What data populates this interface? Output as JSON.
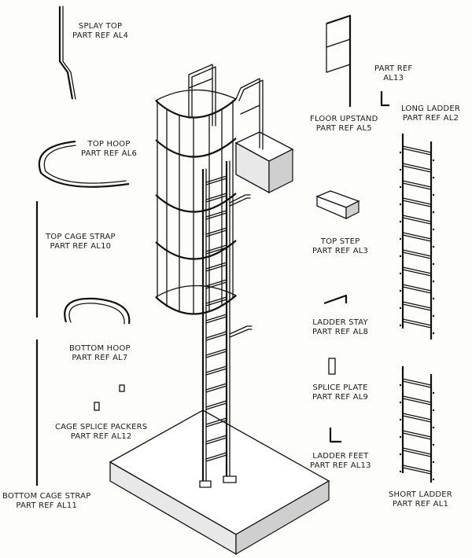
{
  "labels": {
    "al4": {
      "name": "SPLAY TOP",
      "ref": "PART REF AL4"
    },
    "al6": {
      "name": "TOP HOOP",
      "ref": "PART REF AL6"
    },
    "al10": {
      "name": "TOP CAGE STRAP",
      "ref": "PART REF AL10"
    },
    "al7": {
      "name": "BOTTOM HOOP",
      "ref": "PART REF AL7"
    },
    "al12": {
      "name": "CAGE SPLICE PACKERS",
      "ref": "PART REF AL12"
    },
    "al11": {
      "name": "BOTTOM CAGE STRAP",
      "ref": "PART REF AL11"
    },
    "al13a": {
      "name": "PART REF",
      "ref": "AL13"
    },
    "al5": {
      "name": "FLOOR UPSTAND",
      "ref": "PART REF AL5"
    },
    "al2": {
      "name": "LONG LADDER",
      "ref": "PART REF AL2"
    },
    "al3": {
      "name": "TOP STEP",
      "ref": "PART REF AL3"
    },
    "al8": {
      "name": "LADDER STAY",
      "ref": "PART REF AL8"
    },
    "al9": {
      "name": "SPLICE PLATE",
      "ref": "PART REF AL9"
    },
    "al13b": {
      "name": "LADDER FEET",
      "ref": "PART REF AL13"
    },
    "al1": {
      "name": "SHORT LADDER",
      "ref": "PART REF AL1"
    }
  }
}
